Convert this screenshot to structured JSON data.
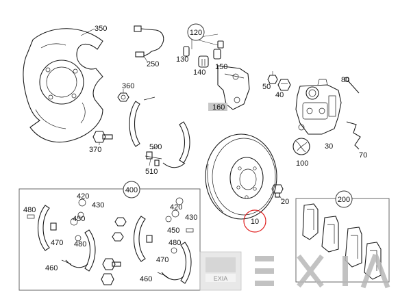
{
  "callouts": {
    "c350": "350",
    "c250": "250",
    "c120": "120",
    "c130": "130",
    "c140": "140",
    "c150": "150",
    "c160": "160",
    "c360": "360",
    "c370": "370",
    "c500": "500",
    "c510": "510",
    "c80": "80",
    "c50": "50",
    "c40": "40",
    "c30": "30",
    "c70": "70",
    "c100": "100",
    "c10": "10",
    "c20": "20",
    "c200": "200",
    "c400": "400",
    "k480a": "480",
    "k420a": "420",
    "k430a": "430",
    "k450a": "450",
    "k470a": "470",
    "k480b": "480",
    "k460a": "460",
    "k420b": "420",
    "k430b": "430",
    "k450b": "450",
    "k480c": "480",
    "k470b": "470",
    "k460b": "460"
  },
  "watermark": {
    "logo_text": "EXIA",
    "letters": [
      "E",
      "X",
      "I",
      "A"
    ],
    "color": "#b8b8b8"
  },
  "colors": {
    "highlight_circle": "#e02020",
    "grey_tag": "#c8c8c8"
  }
}
